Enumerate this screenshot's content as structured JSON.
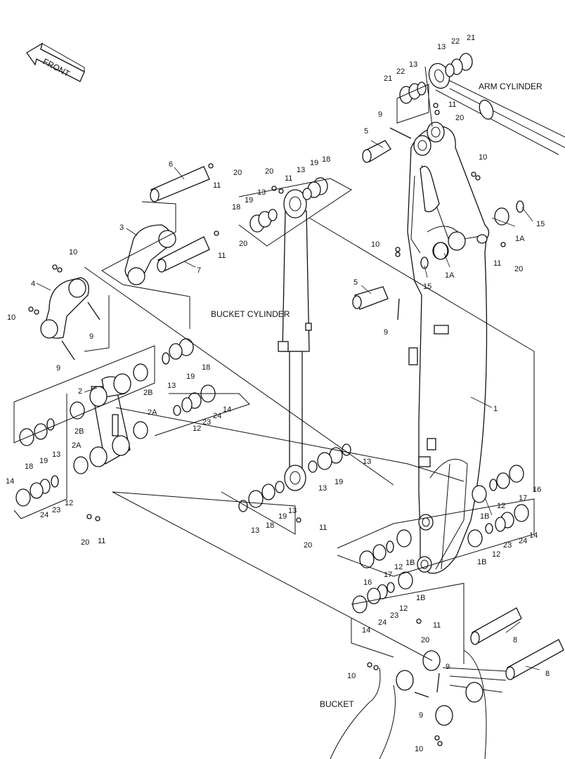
{
  "labels": {
    "front": "FRONT",
    "arm_cylinder": "ARM CYLINDER",
    "bucket_cylinder": "BUCKET CYLINDER",
    "bucket": "BUCKET"
  },
  "callouts": {
    "c1": "1",
    "c1a_a": "1A",
    "c1a_b": "1A",
    "c1b_a": "1B",
    "c1b_b": "1B",
    "c1b_c": "1B",
    "c1b_d": "1B",
    "c2": "2",
    "c2a_a": "2A",
    "c2a_b": "2A",
    "c2b_a": "2B",
    "c2b_b": "2B",
    "c3": "3",
    "c4": "4",
    "c5_a": "5",
    "c5_b": "5",
    "c6": "6",
    "c7": "7",
    "c8_a": "8",
    "c8_b": "8",
    "c9_a": "9",
    "c9_b": "9",
    "c9_c": "9",
    "c9_d": "9",
    "c9_e": "9",
    "c9_f": "9",
    "c10_a": "10",
    "c10_b": "10",
    "c10_c": "10",
    "c10_d": "10",
    "c10_e": "10",
    "c10_f": "10",
    "c11_a": "11",
    "c11_b": "11",
    "c11_c": "11",
    "c11_d": "11",
    "c11_e": "11",
    "c11_f": "11",
    "c11_g": "11",
    "c11_h": "11",
    "c12_a": "12",
    "c12_b": "12",
    "c12_c": "12",
    "c12_d": "12",
    "c12_e": "12",
    "c12_f": "12",
    "c13_a": "13",
    "c13_b": "13",
    "c13_c": "13",
    "c13_d": "13",
    "c13_e": "13",
    "c13_f": "13",
    "c13_g": "13",
    "c13_h": "13",
    "c13_i": "13",
    "c13_j": "13",
    "c14_a": "14",
    "c14_b": "14",
    "c14_c": "14",
    "c14_d": "14",
    "c15_a": "15",
    "c15_b": "15",
    "c16_a": "16",
    "c16_b": "16",
    "c17_a": "17",
    "c17_b": "17",
    "c18_a": "18",
    "c18_b": "18",
    "c18_c": "18",
    "c18_d": "18",
    "c18_e": "18",
    "c19_a": "19",
    "c19_b": "19",
    "c19_c": "19",
    "c19_d": "19",
    "c19_e": "19",
    "c19_f": "19",
    "c20_a": "20",
    "c20_b": "20",
    "c20_c": "20",
    "c20_d": "20",
    "c20_e": "20",
    "c20_f": "20",
    "c20_g": "20",
    "c20_h": "20",
    "c21_a": "21",
    "c21_b": "21",
    "c22_a": "22",
    "c22_b": "22",
    "c23_a": "23",
    "c23_b": "23",
    "c23_c": "23",
    "c23_d": "23",
    "c24_a": "24",
    "c24_b": "24",
    "c24_c": "24",
    "c24_d": "24"
  }
}
